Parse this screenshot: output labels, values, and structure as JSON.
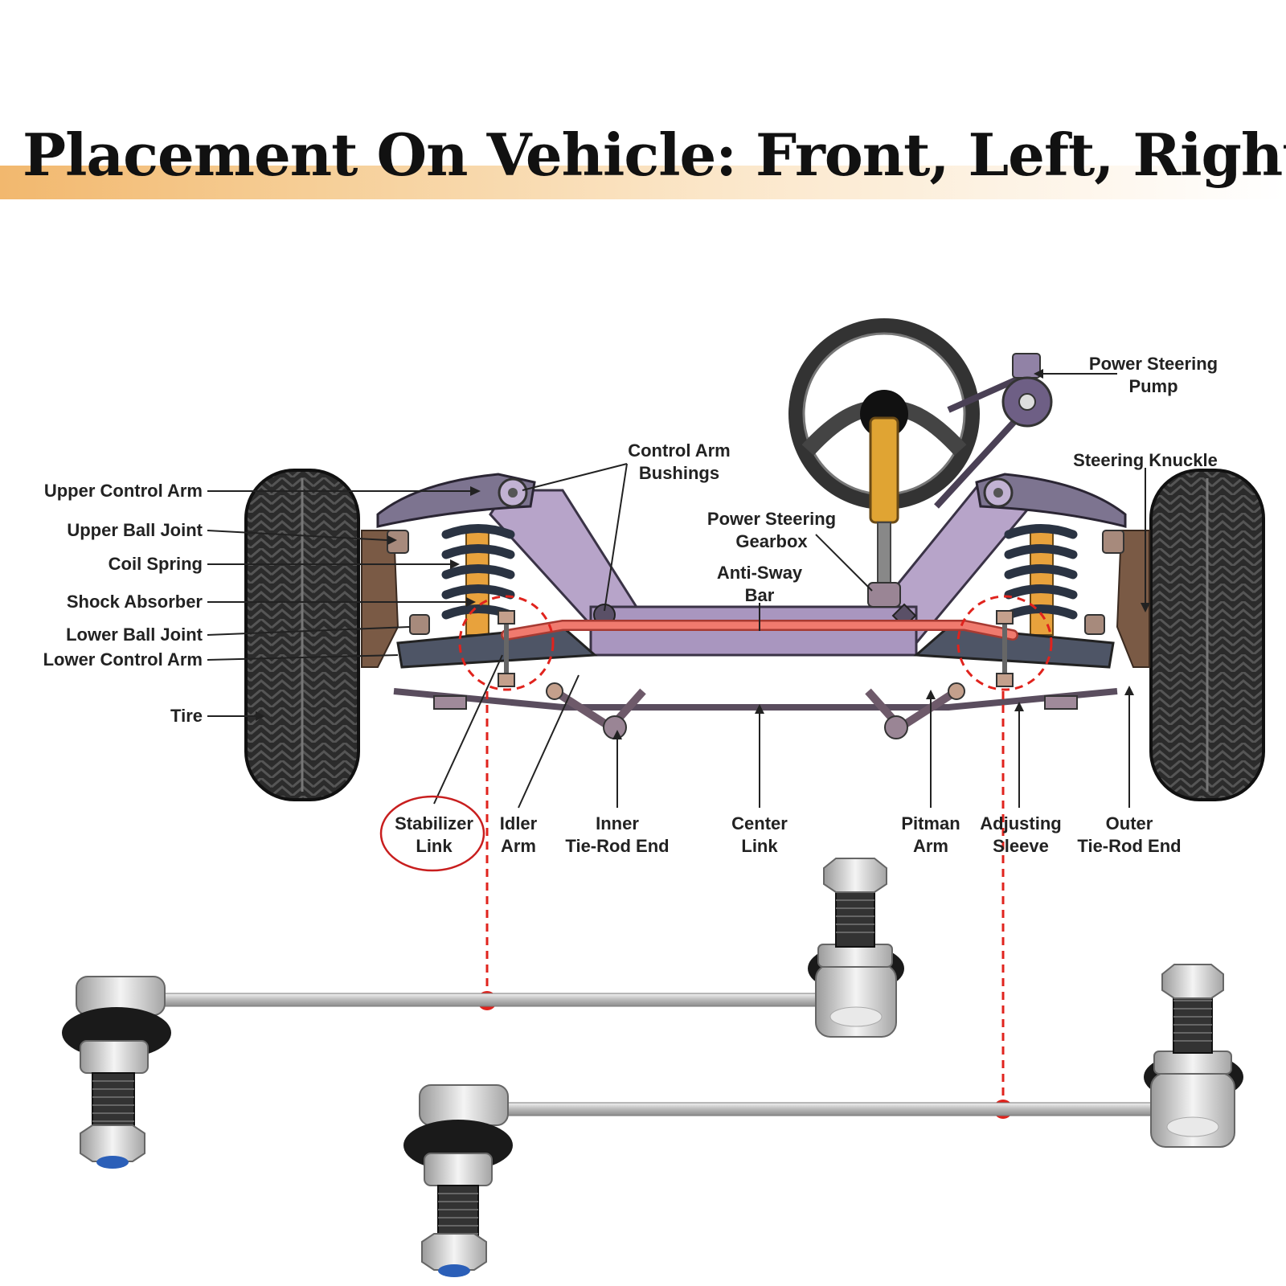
{
  "header": {
    "title": "Placement On Vehicle: Front, Left, Right"
  },
  "colors": {
    "accent": "#f2b86e",
    "frame": "#b7a4c9",
    "sway_bar": "#f07a6e",
    "marker": "#e0231d",
    "spring": "#2a3342",
    "shock": "#e8a23c"
  },
  "labels": {
    "upper_control_arm": "Upper Control Arm",
    "upper_ball_joint": "Upper Ball Joint",
    "coil_spring": "Coil Spring",
    "shock_absorber": "Shock Absorber",
    "lower_ball_joint": "Lower Ball Joint",
    "lower_control_arm": "Lower Control Arm",
    "tire": "Tire",
    "control_arm_bushings": [
      "Control Arm",
      "Bushings"
    ],
    "power_steering_gearbox": [
      "Power Steering",
      "Gearbox"
    ],
    "anti_sway_bar": [
      "Anti-Sway",
      "Bar"
    ],
    "power_steering_pump": [
      "Power Steering",
      "Pump"
    ],
    "steering_knuckle": "Steering Knuckle",
    "stabilizer_link": [
      "Stabilizer",
      "Link"
    ],
    "idler_arm": [
      "Idler",
      "Arm"
    ],
    "inner_tie_rod_end": [
      "Inner",
      "Tie-Rod End"
    ],
    "center_link": [
      "Center",
      "Link"
    ],
    "pitman_arm": [
      "Pitman",
      "Arm"
    ],
    "adjusting_sleeve": [
      "Adjusting",
      "Sleeve"
    ],
    "outer_tie_rod_end": [
      "Outer",
      "Tie-Rod End"
    ]
  }
}
